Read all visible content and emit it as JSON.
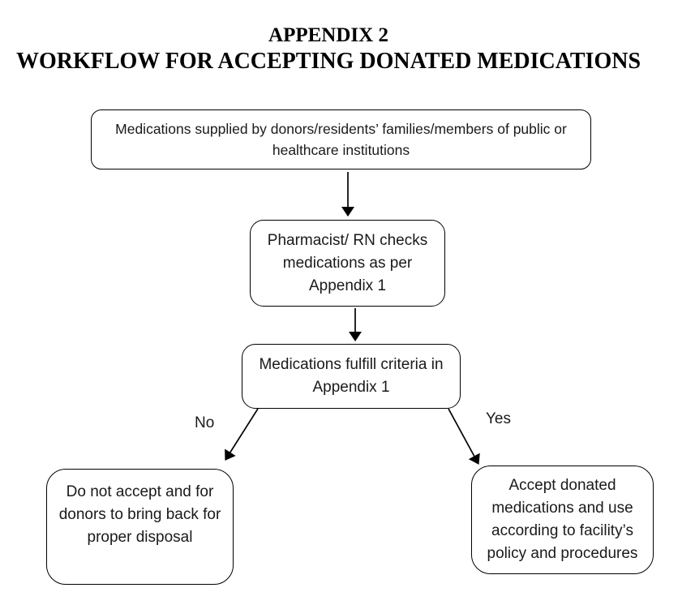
{
  "title": {
    "line1": "APPENDIX 2",
    "line2": "WORKFLOW FOR ACCEPTING DONATED MEDICATIONS"
  },
  "flowchart": {
    "nodes": {
      "source": {
        "lines": [
          "Medications supplied by donors/residents’ families/members of public or",
          "healthcare institutions"
        ]
      },
      "check": {
        "lines": [
          "Pharmacist/ RN checks",
          "medications as per",
          "Appendix 1"
        ]
      },
      "decision": {
        "lines": [
          "Medications fulfill criteria in",
          "Appendix 1"
        ]
      },
      "reject": {
        "lines": [
          "Do not accept and for",
          "donors to bring back for",
          "proper disposal"
        ]
      },
      "accept": {
        "lines": [
          "Accept donated",
          "medications and use",
          "according to facility’s",
          "policy and procedures"
        ]
      }
    },
    "edge_labels": {
      "no": "No",
      "yes": "Yes"
    },
    "colors": {
      "ink": "#000000",
      "text": "#1a1a1a",
      "background": "#ffffff"
    }
  }
}
